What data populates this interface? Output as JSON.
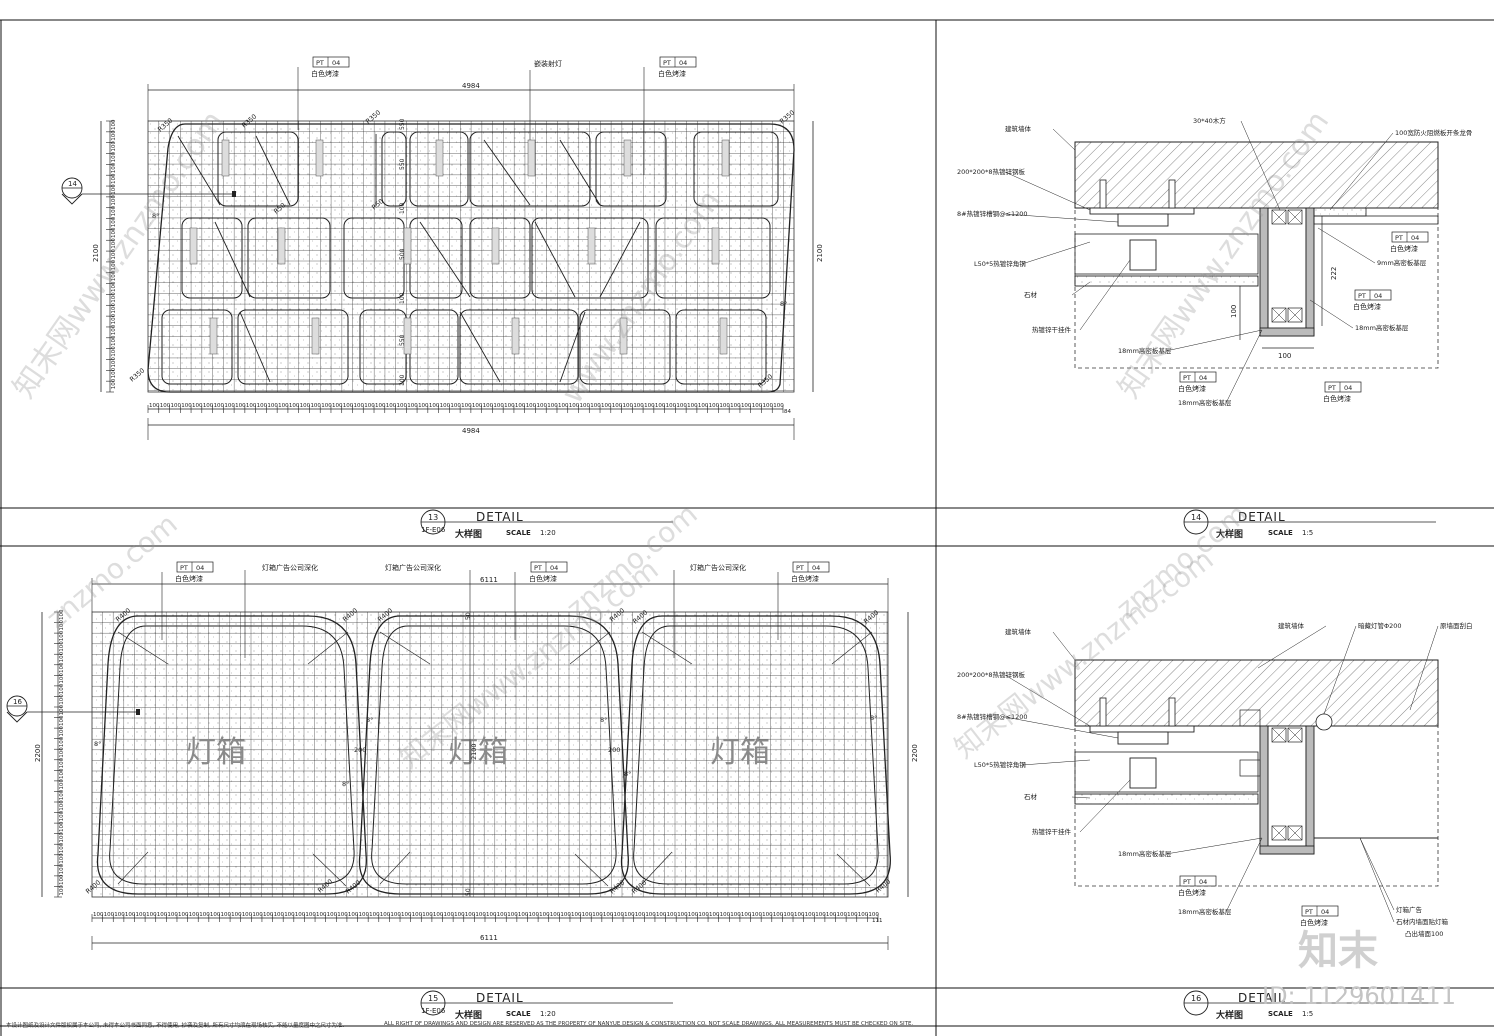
{
  "panels": {
    "p13": {
      "number": "13",
      "sheet": "1F-E06",
      "detail": "DETAIL",
      "name": "大样图",
      "scale_label": "SCALE",
      "scale": "1:20",
      "dim_overall": "4984",
      "dim_height": "2100",
      "dim_tail": "84",
      "callouts": [
        {
          "tag": "PT",
          "code": "04",
          "text": "白色烤漆"
        },
        {
          "tag": "PT",
          "code": "04",
          "text": "白色烤漆"
        }
      ],
      "leader_text": "嵌装射灯",
      "section_ref": "14",
      "radii": [
        "R350",
        "R350",
        "R350",
        "R350",
        "R350",
        "R50",
        "R50",
        "R350"
      ],
      "angle": "8°",
      "row_dims": [
        "100",
        "550",
        "100",
        "500",
        "100",
        "550",
        "100"
      ]
    },
    "p14": {
      "number": "14",
      "detail": "DETAIL",
      "name": "大样图",
      "scale_label": "SCALE",
      "scale": "1:5",
      "labels": [
        "建筑墙体",
        "200*200*8热镀锌钢板",
        "8#热镀锌槽钢@≤1200",
        "L50*5热镀锌角钢",
        "石材",
        "热镀锌干挂件",
        "30*40木方",
        "100宽防火阻燃板开条龙骨",
        "9mm高密板基层",
        "18mm高密板基层",
        "18mm高密板基层",
        "18mm高密板基层"
      ],
      "callouts": [
        {
          "tag": "PT",
          "code": "04",
          "text": "白色烤漆"
        },
        {
          "tag": "PT",
          "code": "04",
          "text": "白色烤漆"
        },
        {
          "tag": "PT",
          "code": "04",
          "text": "白色烤漆"
        },
        {
          "tag": "PT",
          "code": "04",
          "text": "白色烤漆"
        }
      ],
      "dims": [
        "100",
        "222",
        "100"
      ]
    },
    "p15": {
      "number": "15",
      "sheet": "1F-E06",
      "detail": "DETAIL",
      "name": "大样图",
      "scale_label": "SCALE",
      "scale": "1:20",
      "dim_overall": "6111",
      "dim_height": "2200",
      "dim_tail": "111",
      "box_label": "灯箱",
      "leader_texts": [
        "灯箱广告公司深化",
        "灯箱广告公司深化",
        "灯箱广告公司深化"
      ],
      "callouts": [
        {
          "tag": "PT",
          "code": "04",
          "text": "白色烤漆"
        },
        {
          "tag": "PT",
          "code": "04",
          "text": "白色烤漆"
        },
        {
          "tag": "PT",
          "code": "04",
          "text": "白色烤漆"
        }
      ],
      "section_ref": "16",
      "radius": "R400",
      "angle": "8°",
      "gap": "200",
      "center_dim": "2100",
      "center_half": "50"
    },
    "p16": {
      "number": "16",
      "detail": "DETAIL",
      "name": "大样图",
      "scale_label": "SCALE",
      "scale": "1:5",
      "labels": [
        "建筑墙体",
        "200*200*8热镀锌钢板",
        "8#热镀锌槽钢@≤1200",
        "L50*5热镀锌角钢",
        "石材",
        "热镀锌干挂件",
        "18mm高密板基层",
        "18mm高密板基层",
        "建筑墙体",
        "暗藏灯管Φ200",
        "原墙面刮白",
        "灯箱广告",
        "石材内墙面贴灯箱",
        "凸出墙面100"
      ],
      "callouts": [
        {
          "tag": "PT",
          "code": "04",
          "text": "白色烤漆"
        },
        {
          "tag": "PT",
          "code": "04",
          "text": "白色烤漆"
        }
      ]
    }
  },
  "footer": {
    "left_note": "本设计图纸及设计文件版权属于本公司, 未得本公司书面同意, 不得使用, 抄袭及复制, 所有尺寸均须在现场核实, 不能以量度图中之尺寸为准.",
    "right_note": "ALL RIGHT OF DRAWINGS AND DESIGN ARE RESERVED AS THE PROPERTY OF NANYUE DESIGN & CONSTRUCTION CO. NOT SCALE DRAWINGS. ALL MEASUREMENTS MUST BE CHECKED ON SITE."
  },
  "watermarks": [
    "知末网www.znzmo.com",
    "www.znzmo.com",
    "znzmo.com"
  ],
  "brand": "知末",
  "image_id": "ID: 1129601411"
}
